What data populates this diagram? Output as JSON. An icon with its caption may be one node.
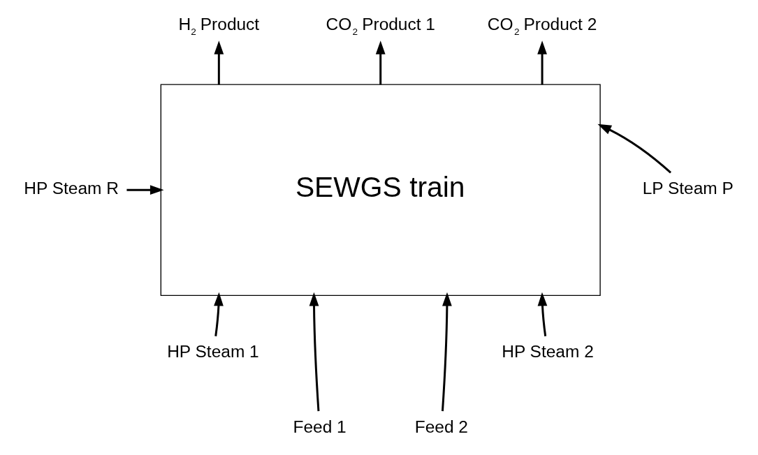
{
  "diagram": {
    "nodes": [
      {
        "text": [
          "SEWGS train"
        ]
      },
      {
        "text": [
          "H$_{2}$ Product"
        ]
      },
      {
        "text": [
          "CO$_{2}$ Product 1"
        ]
      },
      {
        "text": [
          "CO$_{2}$ Product 2"
        ]
      },
      {
        "text": [
          "HP Steam R"
        ]
      },
      {
        "text": [
          "LP Steam P"
        ]
      },
      {
        "text": [
          "HP Steam 1"
        ]
      },
      {
        "text": [
          "Feed 1"
        ]
      },
      {
        "text": [
          "Feed 2"
        ]
      },
      {
        "text": [
          "HP Steam 2"
        ]
      }
    ],
    "edges": [
      {
        "from": 0,
        "to": 1,
        "arrow": "to"
      },
      {
        "from": 0,
        "to": 2,
        "arrow": "to"
      },
      {
        "from": 0,
        "to": 3,
        "arrow": "to"
      },
      {
        "from": 4,
        "to": 0,
        "arrow": "to"
      },
      {
        "from": 5,
        "to": 0,
        "arrow": "to"
      },
      {
        "from": 6,
        "to": 0,
        "arrow": "to"
      },
      {
        "from": 7,
        "to": 0,
        "arrow": "to"
      },
      {
        "from": 8,
        "to": 0,
        "arrow": "to"
      },
      {
        "from": 9,
        "to": 0,
        "arrow": "to"
      }
    ]
  }
}
